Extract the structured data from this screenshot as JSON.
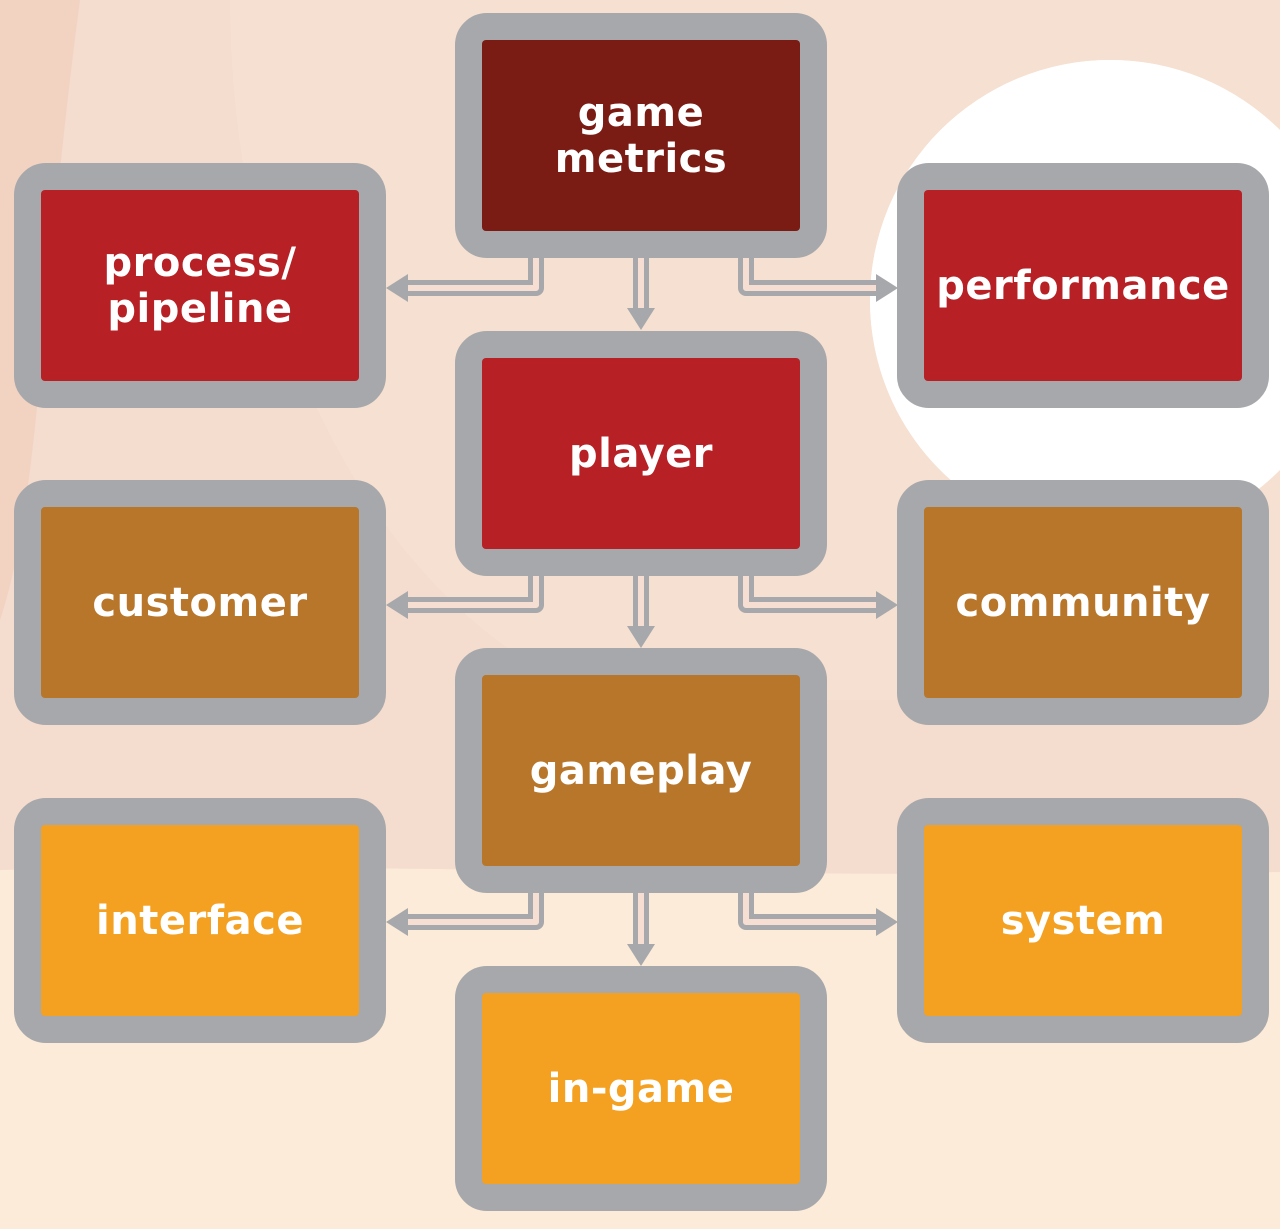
{
  "colors": {
    "dark_red": "#7a1b14",
    "red": "#b72024",
    "brown": "#b8762b",
    "orange": "#f4a020",
    "border_gray": "#a7a8ab",
    "arrow_gray": "#a7a8ab"
  },
  "nodes": {
    "game_metrics": "game\nmetrics",
    "process_pipeline": "process/\npipeline",
    "performance": "performance",
    "player": "player",
    "customer": "customer",
    "community": "community",
    "gameplay": "gameplay",
    "interface": "interface",
    "system": "system",
    "in_game": "in-game"
  }
}
